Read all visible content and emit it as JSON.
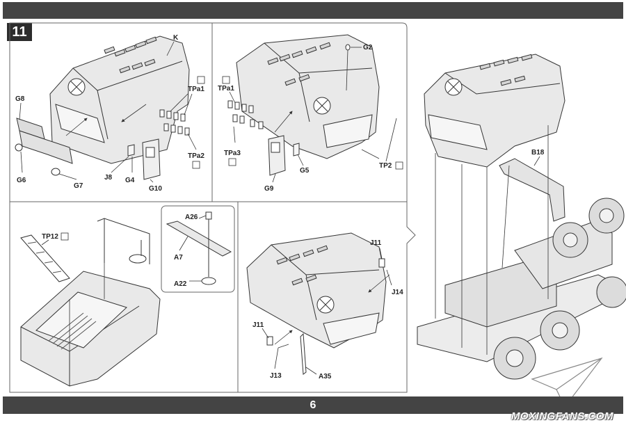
{
  "step_number": "11",
  "page_number": "6",
  "watermark": "MOXINGFANS.COM",
  "callouts": {
    "top_left": {
      "k": "K",
      "g8": "G8",
      "g6": "G6",
      "g7": "G7",
      "j8": "J8",
      "g4": "G4",
      "g10": "G10",
      "tpa1": "TPa1",
      "tpa2": "TPa2"
    },
    "top_mid": {
      "g2": "G2",
      "tpa1": "TPa1",
      "tpa3": "TPa3",
      "g9": "G9",
      "g5": "G5",
      "tp2": "TP2"
    },
    "right": {
      "b18": "B18"
    },
    "bottom_left": {
      "tp12": "TP12"
    },
    "bottom_inset": {
      "a26": "A26",
      "a7": "A7",
      "a22": "A22"
    },
    "bottom_mid": {
      "j11_a": "J11",
      "j14": "J14",
      "j11_b": "J11",
      "j13": "J13",
      "a35": "A35"
    }
  },
  "colors": {
    "bar": "#444444",
    "step_badge": "#2c2c2c",
    "line": "#333333",
    "part_fill": "#e9e9e9"
  }
}
